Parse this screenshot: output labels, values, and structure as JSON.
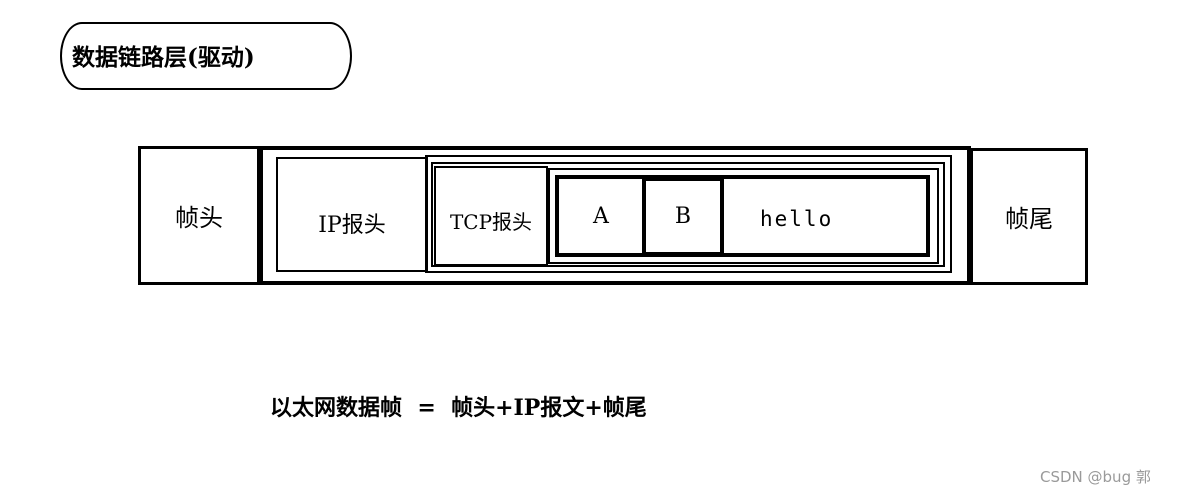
{
  "title": "数据链路层(驱动)",
  "frame": {
    "head": "帧头",
    "ip_header": "IP报头",
    "tcp_header": "TCP报头",
    "payload": [
      "A",
      "B",
      "hello"
    ],
    "tail": "帧尾"
  },
  "equation": "以太网数据帧  =  帧头+IP报文+帧尾",
  "watermark": "CSDN @bug 郭"
}
